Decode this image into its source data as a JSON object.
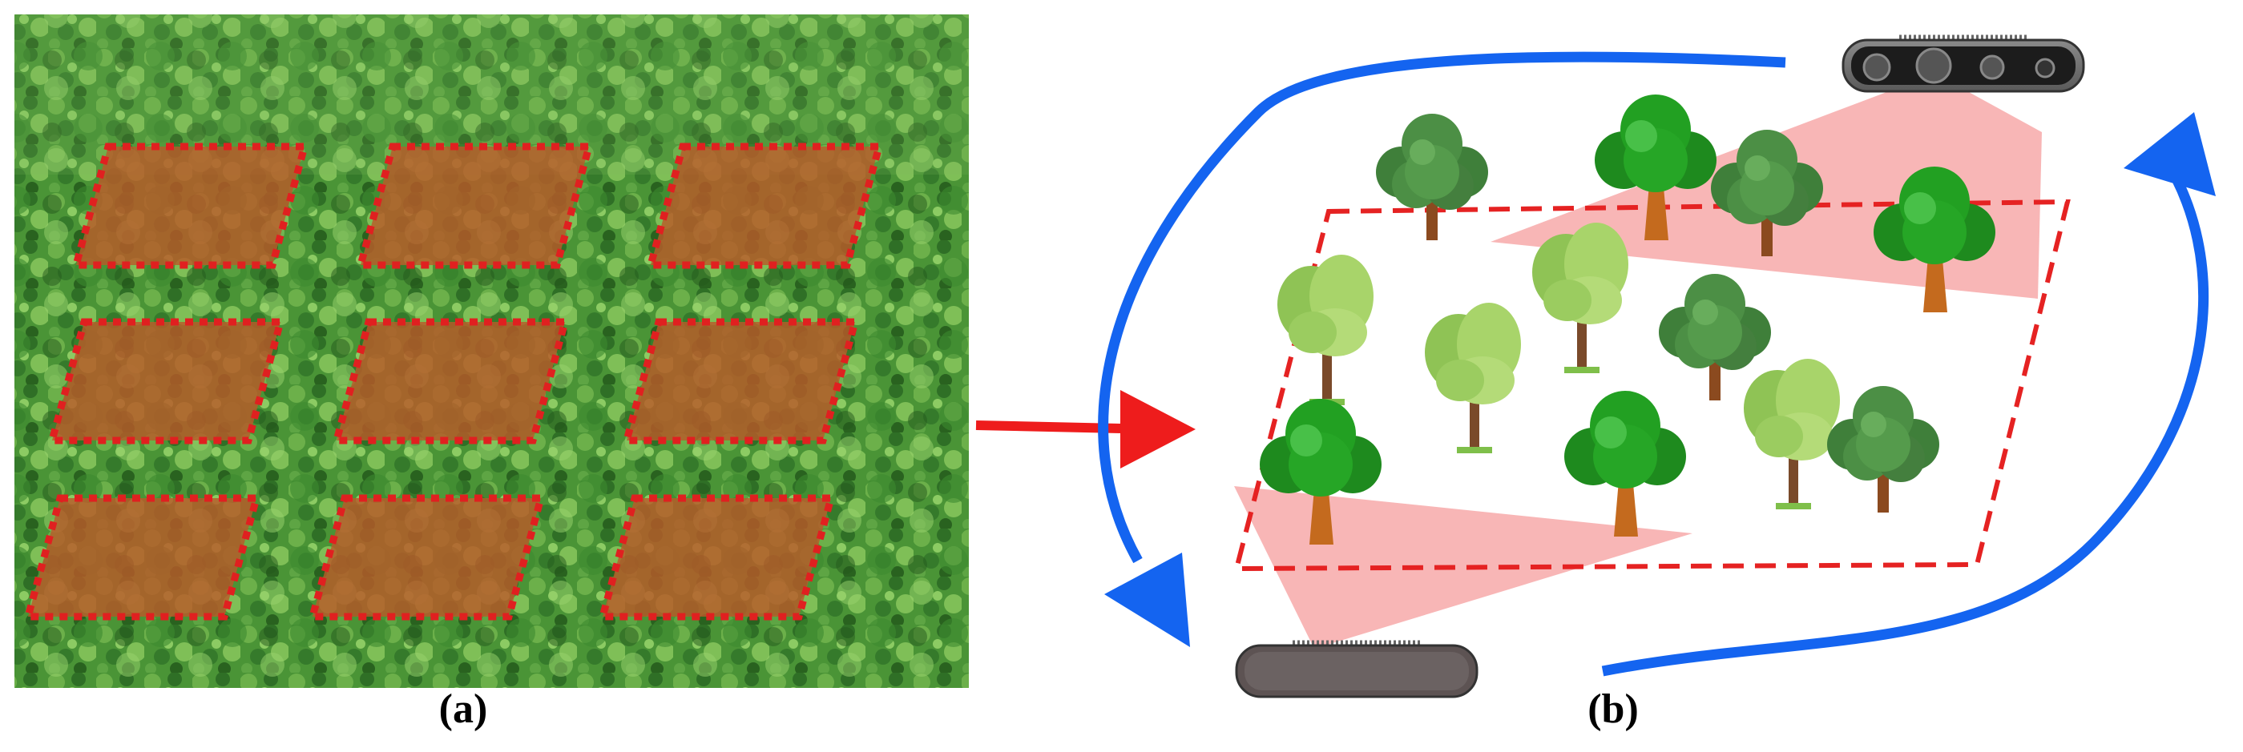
{
  "panels": {
    "a": {
      "label": "(a)"
    },
    "b": {
      "label": "(b)"
    }
  },
  "colors": {
    "forest_base": "#3f8a2e",
    "plot_fill": "#b85a2a",
    "plot_border": "#e02020",
    "flow_arrow": "#ee1c1c",
    "orbit_arrow": "#1464f0",
    "camera_fov": "#f7a9a9",
    "camera_body": "#222222",
    "tree_dark": "#4c8f45",
    "tree_mid": "#2ea12e",
    "tree_light": "#a5d46a",
    "trunk": "#b5651d"
  },
  "plot_grid": {
    "rows": 3,
    "columns": 3
  },
  "icons": [
    "forest-aerial-photo",
    "depth-camera-icon",
    "tree-icon",
    "orbit-arrow-icon",
    "right-arrow-icon"
  ]
}
